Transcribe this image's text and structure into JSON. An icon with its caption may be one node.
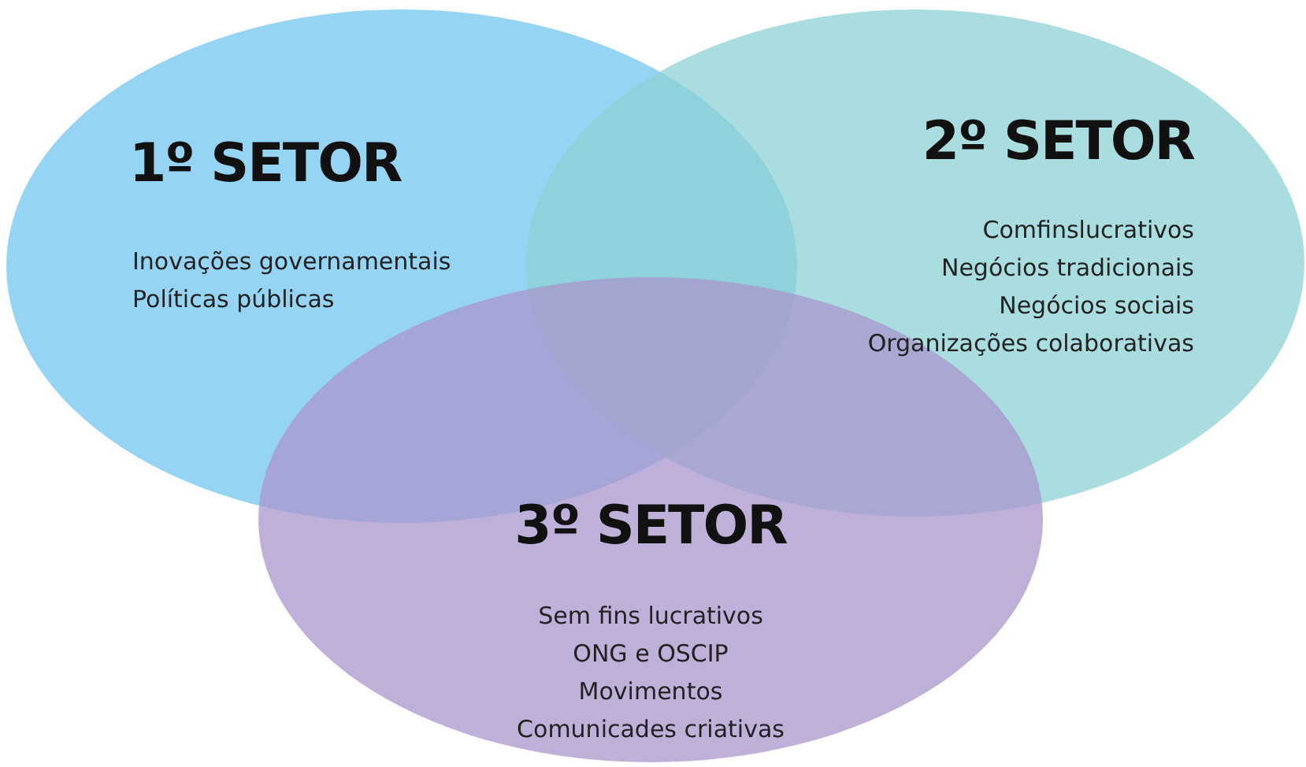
{
  "diagram": {
    "nodes": [
      {
        "text": [
          "1º SETOR",
          "Inovações governamentais",
          "Políticas públicas"
        ]
      },
      {
        "text": [
          "2º SETOR",
          "Comfinslucrativos",
          "Negócios tradicionais",
          "Negócios sociais",
          "Organizações colaborativas"
        ]
      },
      {
        "text": [
          "3º SETOR",
          "Sem fins lucrativos",
          "ONG e OSCIP",
          "Movimentos",
          "Comunicades criativas"
        ]
      }
    ]
  }
}
